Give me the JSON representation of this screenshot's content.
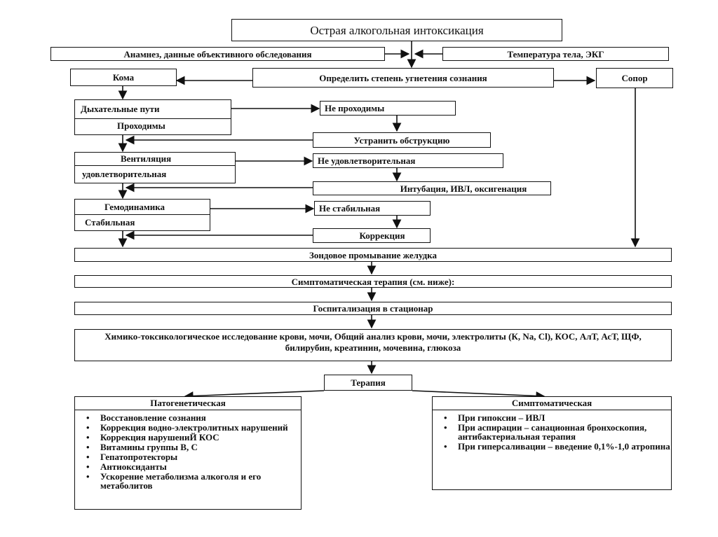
{
  "title": "Острая алкогольная интоксикация",
  "anamnesis": "Анамнез, данные объективного обследования",
  "temperature": "Температура тела, ЭКГ",
  "coma": "Кома",
  "determine": "Определить степень угнетения сознания",
  "sopor": "Сопор",
  "airways": {
    "label": "Дыхательные пути",
    "ok": "Проходимы"
  },
  "airways_bad": "Не проходимы",
  "remove_obstruction": "Устранить обструкцию",
  "ventilation": {
    "label": "Вентиляция",
    "ok": "удовлетворительная"
  },
  "ventilation_bad": "Не удовлетворительная",
  "intubation": "Интубация, ИВЛ, оксигенация",
  "hemodynamics": {
    "label": "Гемодинамика",
    "ok": "Стабильная"
  },
  "hemo_bad": "Не стабильная",
  "correction": "Коррекция",
  "lavage": "Зондовое промывание желудка",
  "symptomatic_therapy": "Симптоматическая терапия (см. ниже):",
  "hospitalization": "Госпитализация в стационар",
  "lab_tests": "Химико-токсикологическое исследование крови, мочи, Общий анализ крови, мочи, электролиты (К, Na, Cl), КОС, АлТ, АсТ, ЩФ, билирубин, креатинин, мочевина, глюкоза",
  "therapy": "Терапия",
  "pathogenetic": {
    "title": "Патогенетическая",
    "items": [
      "Восстановление сознания",
      "Коррекция водно-электролитных нарушений",
      "Коррекция нарушениЙ КОС",
      "Витамины группы В, С",
      "Гепатопротекторы",
      "Антиоксиданты",
      "Ускорение метаболизма алкоголя и его метаболитов"
    ]
  },
  "symptomatic": {
    "title": "Симптоматическая",
    "items": [
      "При гипоксии – ИВЛ",
      "При аспирации – санационная бронхоскопия, антибактериальная терапия",
      "При гиперсаливации – введение 0,1%-1,0 атропина"
    ]
  },
  "bullet": "•"
}
